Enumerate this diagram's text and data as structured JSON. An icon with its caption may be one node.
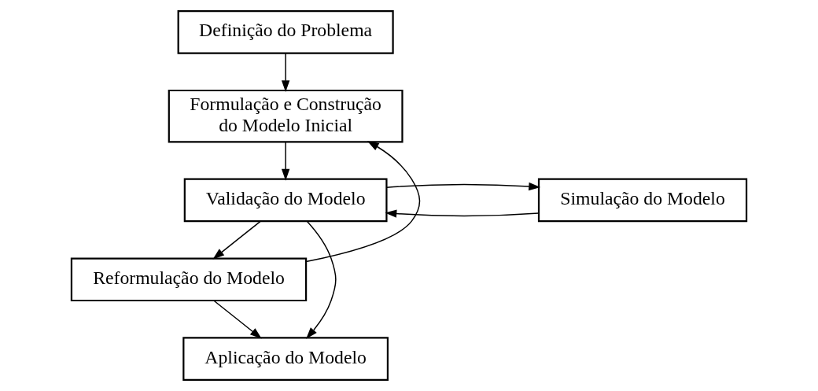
{
  "diagram": {
    "nodes": [
      {
        "text": [
          "Definição do Problema"
        ]
      },
      {
        "text": [
          "Formulação e Construção do Modelo Inicial"
        ]
      },
      {
        "text": [
          "Simulação do Modelo"
        ]
      },
      {
        "text": [
          "Validação do Modelo"
        ]
      },
      {
        "text": [
          "Reformulação do Modelo"
        ]
      },
      {
        "text": [
          "Aplicação do Modelo"
        ]
      }
    ],
    "edges": [
      {
        "from": 0,
        "to": 1,
        "arrow": "to"
      },
      {
        "from": 1,
        "to": 3,
        "arrow": "to"
      },
      {
        "from": 2,
        "to": 3,
        "arrow": "to"
      },
      {
        "from": 3,
        "to": 2,
        "arrow": "to"
      },
      {
        "from": 3,
        "to": 4,
        "arrow": "to"
      },
      {
        "from": 3,
        "to": 5,
        "arrow": "to"
      },
      {
        "from": 4,
        "to": 1,
        "arrow": "to"
      },
      {
        "from": 4,
        "to": 5,
        "arrow": "to"
      }
    ]
  }
}
